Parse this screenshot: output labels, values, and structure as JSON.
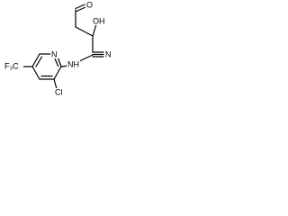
{
  "molecule": {
    "atoms": {
      "O": "O",
      "OH": "OH",
      "N_nitrile": "N",
      "NH": "NH",
      "Cl": "Cl",
      "N_ring": "N",
      "F3C": "F₃C"
    },
    "colors": {
      "ink": "#000000",
      "background": "#ffffff"
    }
  }
}
